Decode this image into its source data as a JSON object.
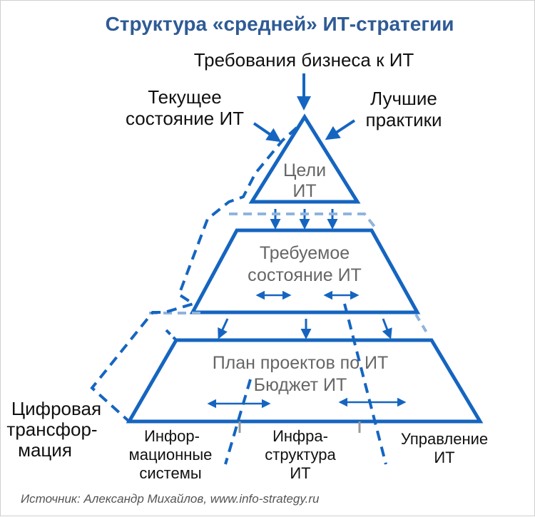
{
  "title": "Структура «средней» ИТ-стратегии",
  "inputs": {
    "business": "Требования бизнеса к ИТ",
    "current": [
      "Текущее",
      "состояние ИТ"
    ],
    "best": [
      "Лучшие",
      "практики"
    ]
  },
  "levels": {
    "goals": [
      "Цели",
      "ИТ"
    ],
    "target": [
      "Требуемое",
      "состояние ИТ"
    ],
    "plan": [
      "План проектов по ИТ",
      "Бюджет ИТ"
    ]
  },
  "domains": {
    "is": [
      "Инфор-",
      "мационные",
      "системы"
    ],
    "infra": [
      "Инфра-",
      "структура",
      "ИТ"
    ],
    "mgmt": [
      "Управление",
      "ИТ"
    ]
  },
  "digital": [
    "Цифровая",
    "трансфор-",
    "мация"
  ],
  "source": "Источник: Александр Михайлов, www.info-strategy.ru",
  "colors": {
    "blue": "#1565c0",
    "light_blue": "#90b4dc",
    "title": "#2f5b95"
  }
}
